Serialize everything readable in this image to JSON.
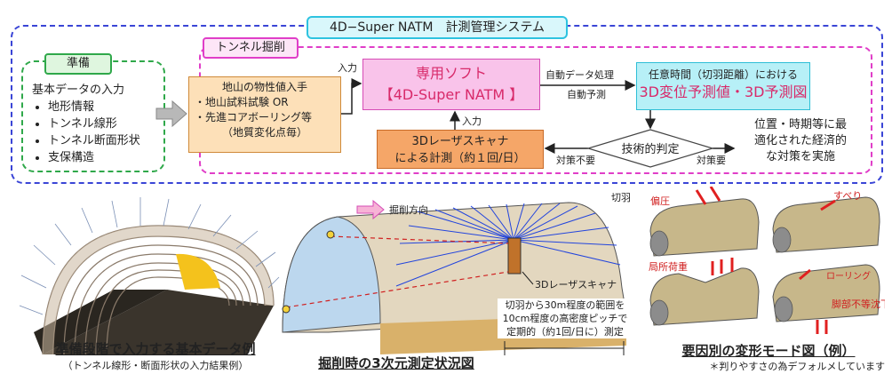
{
  "system_title": "4D−Super NATM　計測管理システム",
  "tunnel_label": "トンネル掘削",
  "prep": {
    "label": "準備",
    "heading": "基本データの入力",
    "items": [
      "地形情報",
      "トンネル線形",
      "トンネル断面形状",
      "支保構造"
    ]
  },
  "soil": {
    "line1": "地山の物性値入手",
    "line2": "・地山試料試験 OR",
    "line3": "・先進コアボーリング等",
    "line4": "（地質変化点毎）"
  },
  "arrows": {
    "input1": "入力",
    "auto_data": "自動データ処理",
    "auto_predict": "自動予測",
    "input2": "入力",
    "no_measure": "対策不要",
    "need_measure": "対策要"
  },
  "software": {
    "line1": "専用ソフト",
    "line2": "【4D-Super NATM 】"
  },
  "prediction": {
    "line1": "任意時間（切羽距離）における",
    "line2": "3D変位予測値・3D予測図"
  },
  "scanner": {
    "line1": "3Dレーザスキャナ",
    "line2": "による計測（約１回/日）"
  },
  "judgement": "技術的判定",
  "measure": "位置・時期等に最適化された経済的な対策を実施",
  "measure_lines": [
    "位置・時期等に最",
    "適化された経済的",
    "な対策を実施"
  ],
  "fig1": {
    "caption": "準備段階で入力する基本データ例",
    "subcaption": "（トンネル線形・断面形状の入力結果例）"
  },
  "fig2": {
    "direction": "掘削方向",
    "face": "切羽",
    "scanner_label": "3Dレーザスキャナ",
    "note_lines": [
      "切羽から30m程度の範囲を",
      "10cm程度の高密度ピッチで",
      "定期的（約1回/日に）測定"
    ],
    "caption": "掘削時の3次元測定状況図"
  },
  "fig3": {
    "label_hen": "偏圧",
    "label_suberi": "すべり",
    "label_kyokusho": "局所荷重",
    "label_rolling": "ローリング",
    "label_kyakubu": "脚部不等沈下",
    "caption": "要因別の変形モード図（例）",
    "note": "＊判りやすさの為デフォルメしています"
  },
  "colors": {
    "system_border": "#3a45d6",
    "tunnel_border": "#e03ec8",
    "prep_border": "#2fa84a",
    "accent_text": "#d82a6a",
    "deform_arrow": "#e02020"
  }
}
